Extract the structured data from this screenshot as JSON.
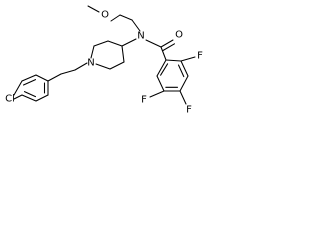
{
  "molecule": {
    "atoms": {
      "chlorine": "Cl",
      "piperidine_nitrogen": "N",
      "amide_nitrogen": "N",
      "ether_oxygen": "O",
      "carbonyl_oxygen": "O",
      "fluorine_ortho": "F",
      "fluorine_meta": "F",
      "fluorine_para": "F"
    }
  }
}
